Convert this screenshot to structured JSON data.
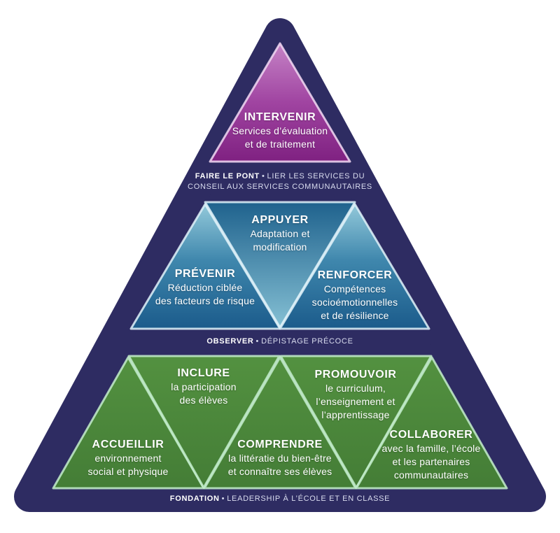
{
  "colors": {
    "navy": "#2e2c62",
    "purple_top": "#c583c6",
    "purple_mid": "#a044a1",
    "purple_bottom": "#7f2181",
    "blue_light": "#93c9da",
    "blue_mid": "#3f87ad",
    "blue_dark": "#1b5b8b",
    "blue_inverted_top": "#1f628d",
    "blue_inverted_bottom": "#85c0d4",
    "green_top": "#539140",
    "green_bottom": "#447d36",
    "text": "#ffffff"
  },
  "tiers": {
    "intervenir": {
      "title": "INTERVENIR",
      "lines": [
        "Services d’évaluation",
        "et de traitement"
      ]
    },
    "appuyer": {
      "title": "APPUYER",
      "lines": [
        "Adaptation et",
        "modification"
      ]
    },
    "prevenir": {
      "title": "PRÉVENIR",
      "lines": [
        "Réduction ciblée",
        "des facteurs de risque"
      ]
    },
    "renforcer": {
      "title": "RENFORCER",
      "lines": [
        "Compétences",
        "socioémotionnelles",
        "et de résilience"
      ]
    },
    "inclure": {
      "title": "INCLURE",
      "lines": [
        "la participation",
        "des élèves"
      ]
    },
    "promouvoir": {
      "title": "PROMOUVOIR",
      "lines": [
        "le curriculum,",
        "l’enseignement et",
        "l’apprentissage"
      ]
    },
    "accueillir": {
      "title": "ACCUEILLIR",
      "lines": [
        "environnement",
        "social et physique"
      ]
    },
    "comprendre": {
      "title": "COMPRENDRE",
      "lines": [
        "la littératie du bien-être",
        "et connaître ses élèves"
      ]
    },
    "collaborer": {
      "title": "COLLABORER",
      "lines": [
        "avec la famille, l’école",
        "et les partenaires",
        "communautaires"
      ]
    }
  },
  "dividers": {
    "bridge": {
      "label": "FAIRE LE PONT",
      "bullet": "•",
      "rest": "LIER LES SERVICES DU",
      "line2": "CONSEIL AUX SERVICES COMMUNAUTAIRES"
    },
    "observe": {
      "label": "OBSERVER",
      "bullet": "•",
      "rest": "DÉPISTAGE PRÉCOCE"
    },
    "foundation": {
      "label": "FONDATION",
      "bullet": "•",
      "rest": "LEADERSHIP À L’ÉCOLE ET EN CLASSE"
    }
  }
}
